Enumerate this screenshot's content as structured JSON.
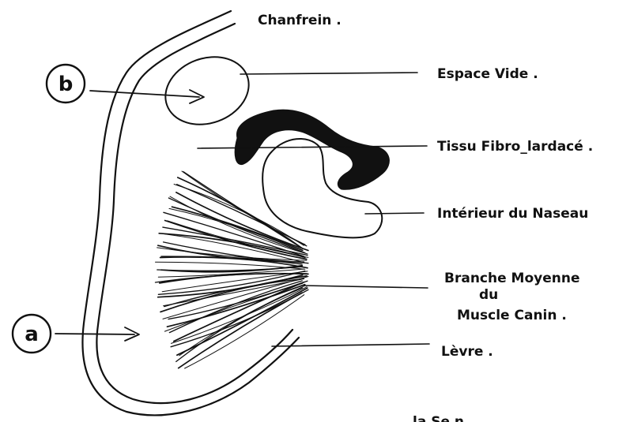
{
  "labels": {
    "chanfrein": "Chanfrein .",
    "espace_vide": "Espace Vide .",
    "tissu": "Tissu Fibro_lardacé .",
    "interieur": "Intérieur du Naseau",
    "branche_1": "Branche Moyenne",
    "branche_2": "du",
    "branche_3": "Muscle Canin .",
    "levre": "Lèvre .",
    "bottom_fragment": "la   Se   n"
  },
  "markers": {
    "b": "b",
    "a": "a"
  },
  "colors": {
    "ink": "#111111",
    "background": "#ffffff"
  }
}
